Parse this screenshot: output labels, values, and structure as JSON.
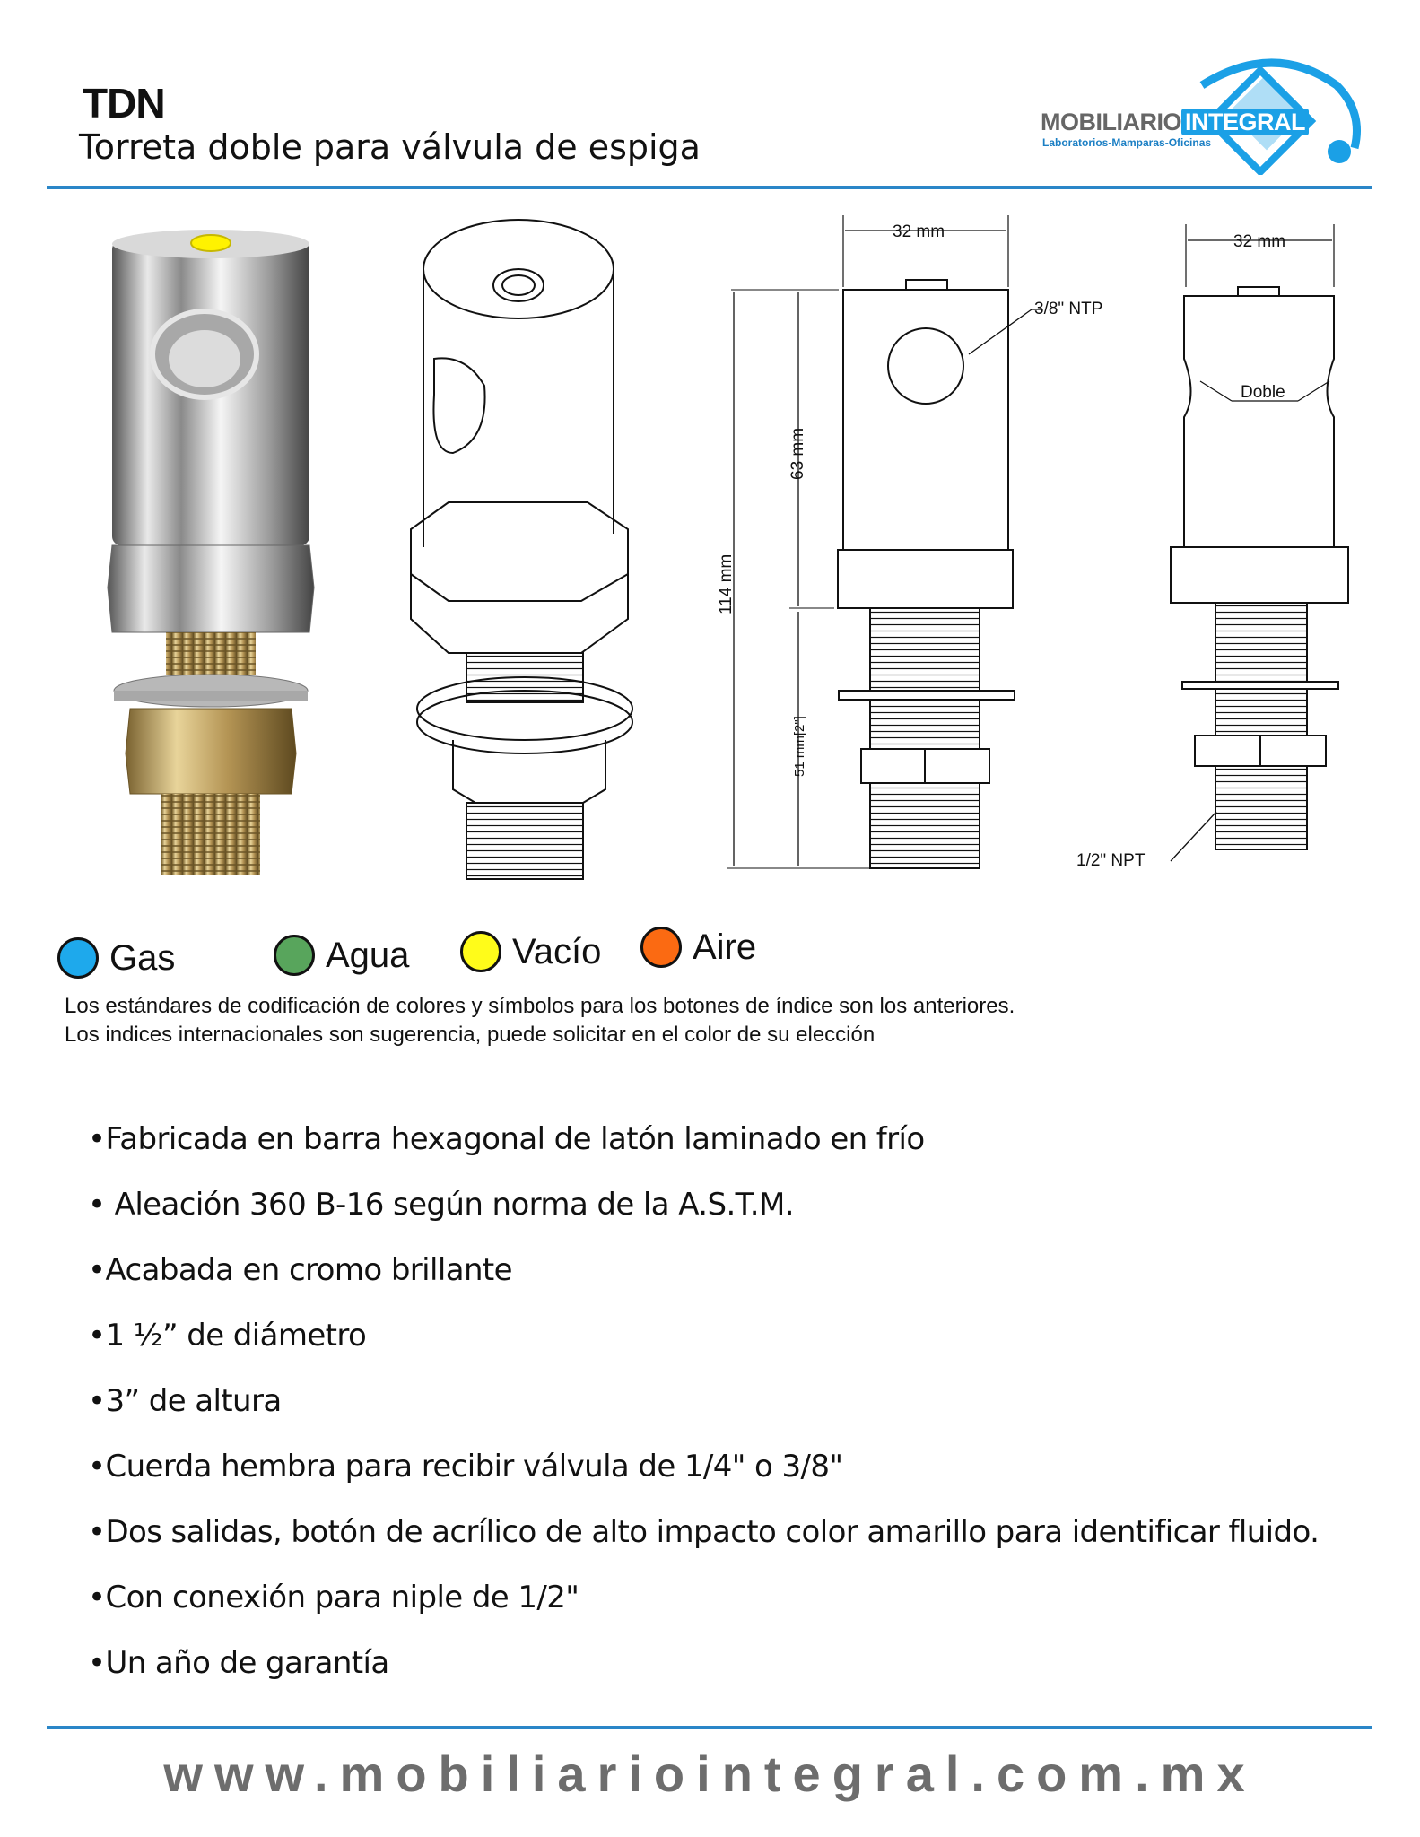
{
  "header": {
    "code": "TDN",
    "subtitle": "Torreta doble para válvula de espiga"
  },
  "logo": {
    "name_part1": "MOBILIARIO",
    "name_part2": "INTEGRAL",
    "tagline": "Laboratorios-Mamparas-Oficinas"
  },
  "drawing": {
    "width_front": "32 mm",
    "width_side": "32 mm",
    "thread_top": "3/8\" NTP",
    "label_doble": "Doble",
    "height_total": "114 mm",
    "height_body": "63 mm",
    "height_thread": "51 mm[2\"]",
    "thread_bottom": "1/2\" NPT"
  },
  "legend": [
    {
      "label": "Gas",
      "color": "#1ea9ec"
    },
    {
      "label": "Agua",
      "color": "#58a55c"
    },
    {
      "label": "Vacío",
      "color": "#fffc1a"
    },
    {
      "label": "Aire",
      "color": "#fb6a12"
    }
  ],
  "notes": {
    "line1": "Los estándares de codificación de colores y símbolos para los botones de índice son los anteriores.",
    "line2": "Los indices internacionales son sugerencia, puede solicitar en el color de su elección"
  },
  "features": [
    "•Fabricada en barra hexagonal de latón laminado en frío",
    "• Aleación 360 B-16 según norma de la A.S.T.M.",
    "•Acabada en cromo brillante",
    "•1 ½” de diámetro",
    "•3” de altura",
    "•Cuerda hembra para recibir válvula de 1/4\" o 3/8\"",
    "•Dos salidas, botón de acrílico de alto impacto color amarillo para identificar fluido.",
    "•Con conexión para niple de 1/2\"",
    "•Un año de garantía"
  ],
  "footer": {
    "url": "www.mobiliariointegral.com.mx"
  }
}
